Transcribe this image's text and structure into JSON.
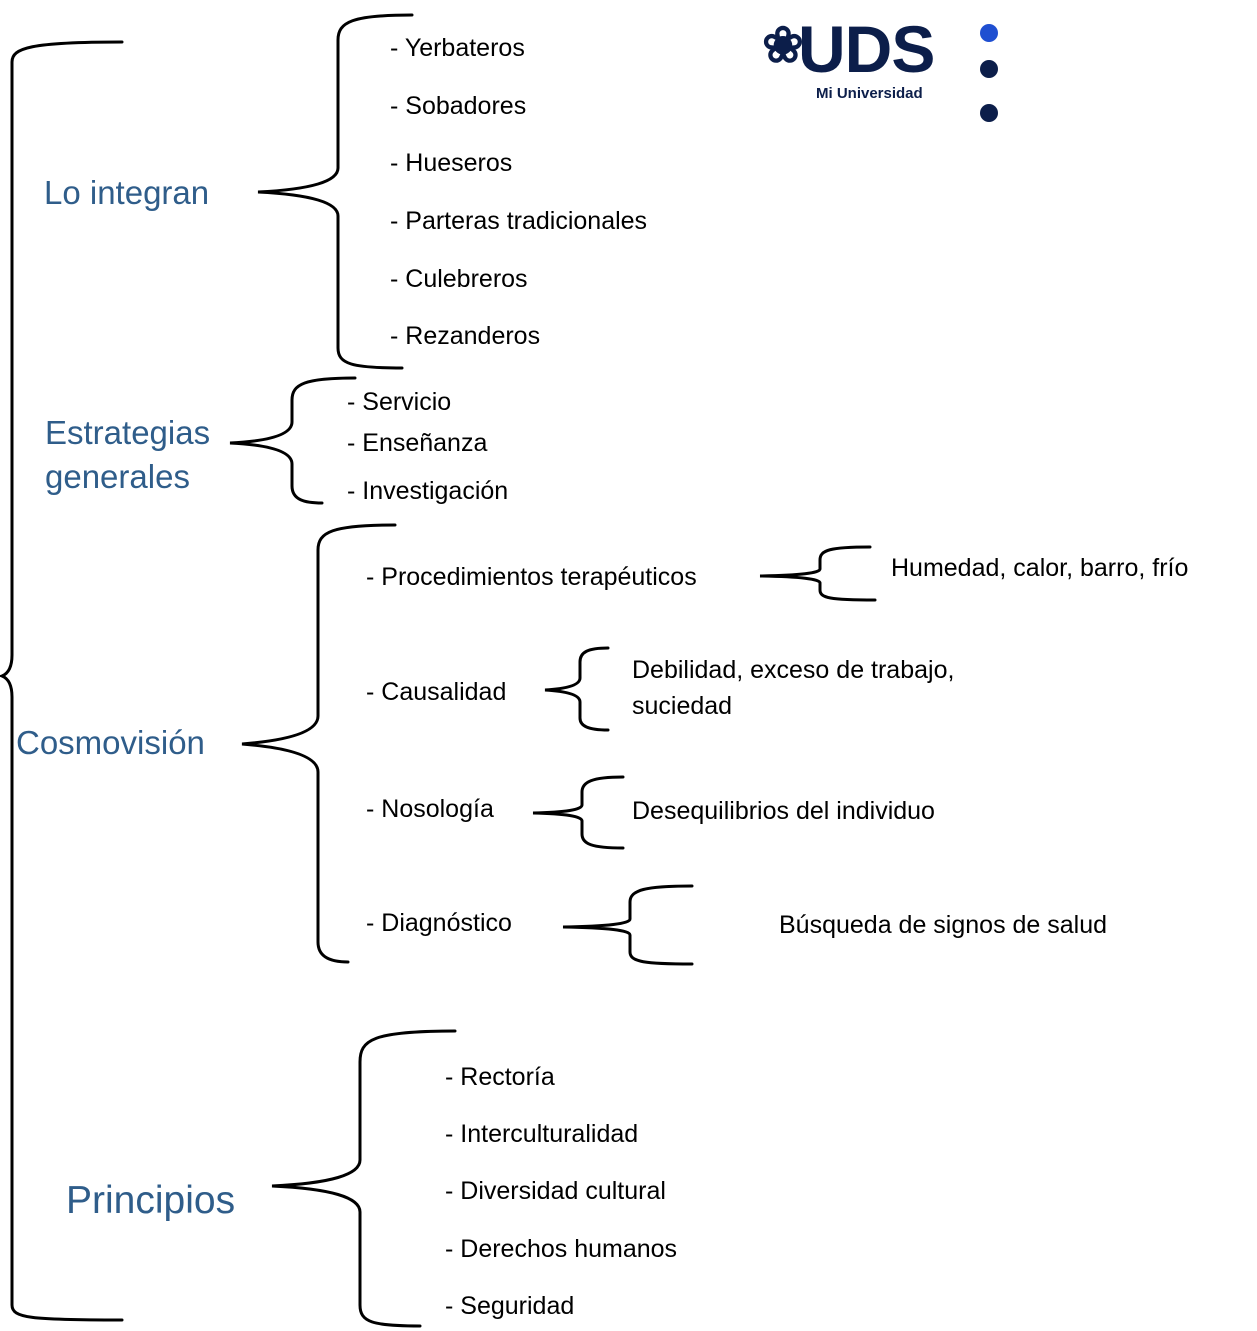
{
  "logo": {
    "text": "UDS",
    "subtitle": "Mi Universidad",
    "colors": {
      "navy": "#0c1e4a",
      "blue": "#1f4fd1"
    }
  },
  "colors": {
    "category": "#2f5d8a",
    "text": "#000000",
    "line": "#000000"
  },
  "categories": {
    "lo_integran": {
      "label": "Lo integran",
      "items": [
        "- Yerbateros",
        "- Sobadores",
        "- Hueseros",
        "- Parteras tradicionales",
        "- Culebreros",
        "- Rezanderos"
      ]
    },
    "estrategias": {
      "label_line1": "Estrategias",
      "label_line2": "generales",
      "items": [
        "- Servicio",
        "- Enseñanza",
        "- Investigación"
      ]
    },
    "cosmovision": {
      "label": "Cosmovisión",
      "items": [
        {
          "label": "- Procedimientos terapéuticos",
          "detail": "Humedad, calor, barro, frío"
        },
        {
          "label": "- Causalidad",
          "detail_line1": "Debilidad, exceso de trabajo,",
          "detail_line2": "suciedad"
        },
        {
          "label": "- Nosología",
          "detail": "Desequilibrios del individuo"
        },
        {
          "label": "- Diagnóstico",
          "detail": "Búsqueda de signos de salud"
        }
      ]
    },
    "principios": {
      "label": "Principios",
      "items": [
        "- Rectoría",
        "- Interculturalidad",
        "- Diversidad cultural",
        "- Derechos humanos",
        "- Seguridad"
      ]
    }
  }
}
